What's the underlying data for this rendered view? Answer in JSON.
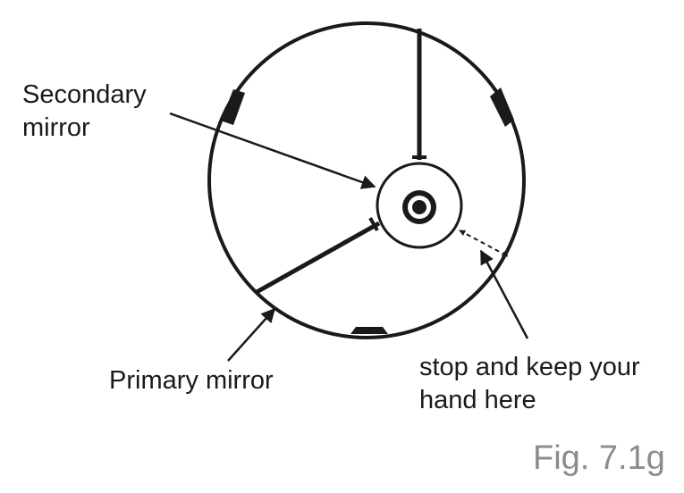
{
  "labels": {
    "secondary_mirror": [
      "Secondary",
      "mirror"
    ],
    "primary_mirror": "Primary mirror",
    "stop_hand": [
      "stop and keep your",
      "hand here"
    ],
    "figure_caption": "Fig. 7.1g"
  },
  "colors": {
    "ink": "#1a1a1a",
    "caption": "#8c8c8c",
    "background": "#ffffff"
  }
}
